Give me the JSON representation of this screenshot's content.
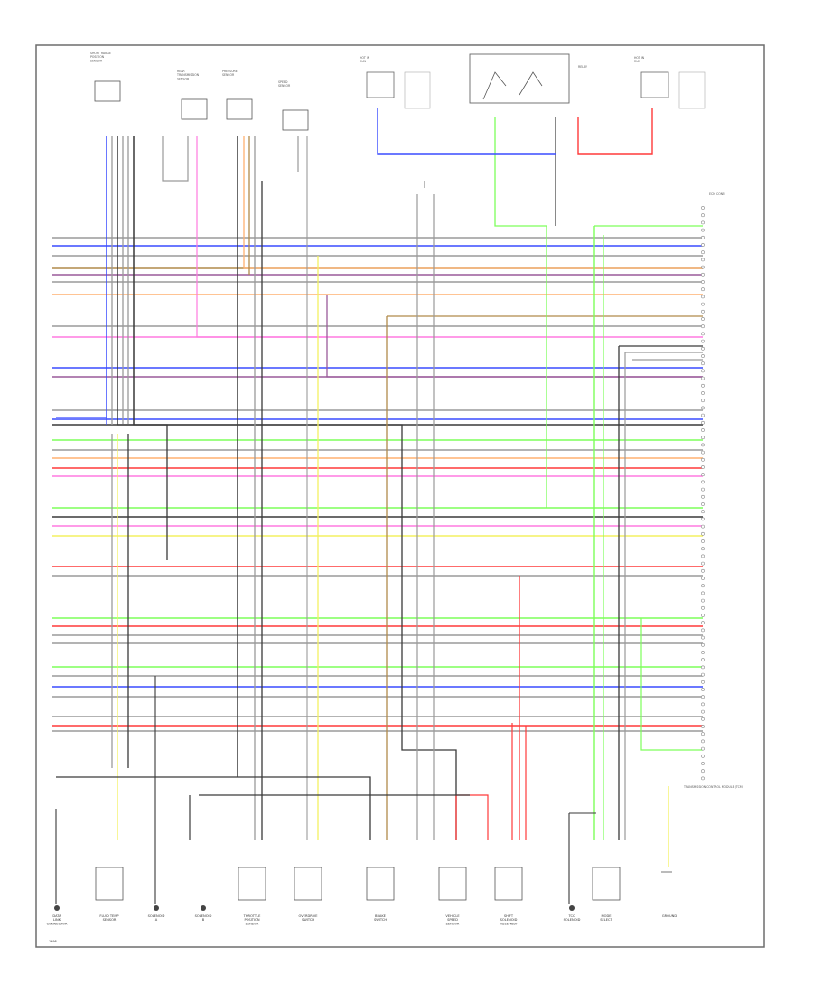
{
  "footer_code": "1998",
  "colors": {
    "frame": "#6d6d6d",
    "wire_black": "#3a3a3a",
    "wire_grey": "#9a9a9a",
    "wire_blue": "#3a4cff",
    "wire_red": "#ff3a3a",
    "wire_green": "#7dff5a",
    "wire_pink": "#ff7ae0",
    "wire_yellow": "#f3f060",
    "wire_orange": "#ffb070",
    "wire_brown": "#b08a4a",
    "wire_violet": "#9a5a9a"
  },
  "top_components": [
    {
      "id": "tc1",
      "label": "SHORT RANGE\nPOSITION\nSENSOR"
    },
    {
      "id": "tc2",
      "label": "REAR\nTRANSMISSION\nSENSOR"
    },
    {
      "id": "tc3",
      "label": "PRESSURE\nSENSOR"
    },
    {
      "id": "tc4",
      "label": "SPEED\nSENSOR"
    }
  ],
  "fuse_blocks": [
    {
      "id": "fb1",
      "label": "HOT IN\nRUN"
    },
    {
      "id": "fb2",
      "label": "HOT IN\nRUN"
    }
  ],
  "relay_label": "RELAY",
  "connector_header": "ECM CONN",
  "connector_caption": "TRANSMISSION CONTROL MODULE (TCM)",
  "bottom_components": [
    {
      "id": "bc1",
      "label": "DATA\nLINK\nCONNECTOR"
    },
    {
      "id": "bc2",
      "label": "FLUID TEMP\nSENSOR"
    },
    {
      "id": "bc3",
      "label": "SOLENOID\nA"
    },
    {
      "id": "bc4",
      "label": "SOLENOID\nB"
    },
    {
      "id": "bc5",
      "label": "THROTTLE\nPOSITION\nSENSOR"
    },
    {
      "id": "bc6",
      "label": "OVERDRIVE\nSWITCH"
    },
    {
      "id": "bc7",
      "label": "BRAKE\nSWITCH"
    },
    {
      "id": "bc8",
      "label": "VEHICLE\nSPEED\nSENSOR"
    },
    {
      "id": "bc9",
      "label": "SHIFT\nSOLENOID\nASSEMBLY"
    },
    {
      "id": "bc10",
      "label": "TCC\nSOLENOID"
    },
    {
      "id": "bc11",
      "label": "MODE\nSELECT"
    },
    {
      "id": "bc12",
      "label": "GROUND"
    }
  ]
}
